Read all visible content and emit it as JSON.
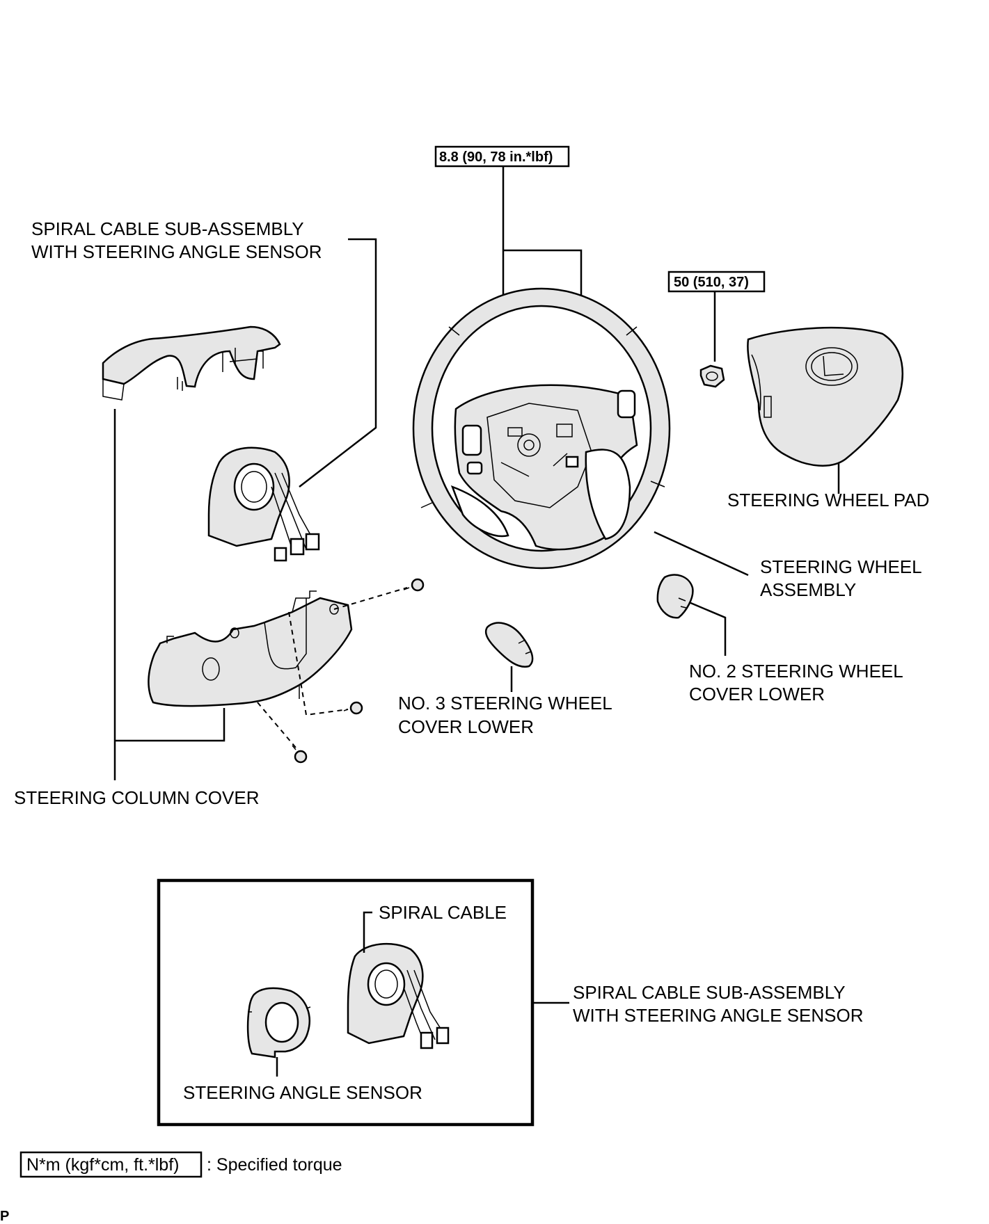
{
  "torque_specs": {
    "wheel_nut": "8.8 (90, 78 in.*lbf)",
    "pad_nut": "50 (510, 37)"
  },
  "labels": {
    "spiral_cable_sub_assembly_top": [
      "SPIRAL CABLE SUB-ASSEMBLY",
      "WITH STEERING ANGLE SENSOR"
    ],
    "steering_wheel_pad": "STEERING WHEEL PAD",
    "steering_wheel_assembly": [
      "STEERING WHEEL",
      "ASSEMBLY"
    ],
    "no2_cover_lower": [
      "NO. 2 STEERING WHEEL",
      "COVER LOWER"
    ],
    "no3_cover_lower": [
      "NO. 3 STEERING WHEEL",
      "COVER LOWER"
    ],
    "steering_column_cover": "STEERING COLUMN COVER"
  },
  "inset": {
    "spiral_cable": "SPIRAL CABLE",
    "steering_angle_sensor": "STEERING ANGLE SENSOR",
    "sub_assembly": [
      "SPIRAL CABLE SUB-ASSEMBLY",
      "WITH STEERING ANGLE SENSOR"
    ]
  },
  "legend": {
    "box_text": "N*m (kgf*cm, ft.*lbf)",
    "description": ": Specified torque"
  },
  "corner_mark": "P"
}
